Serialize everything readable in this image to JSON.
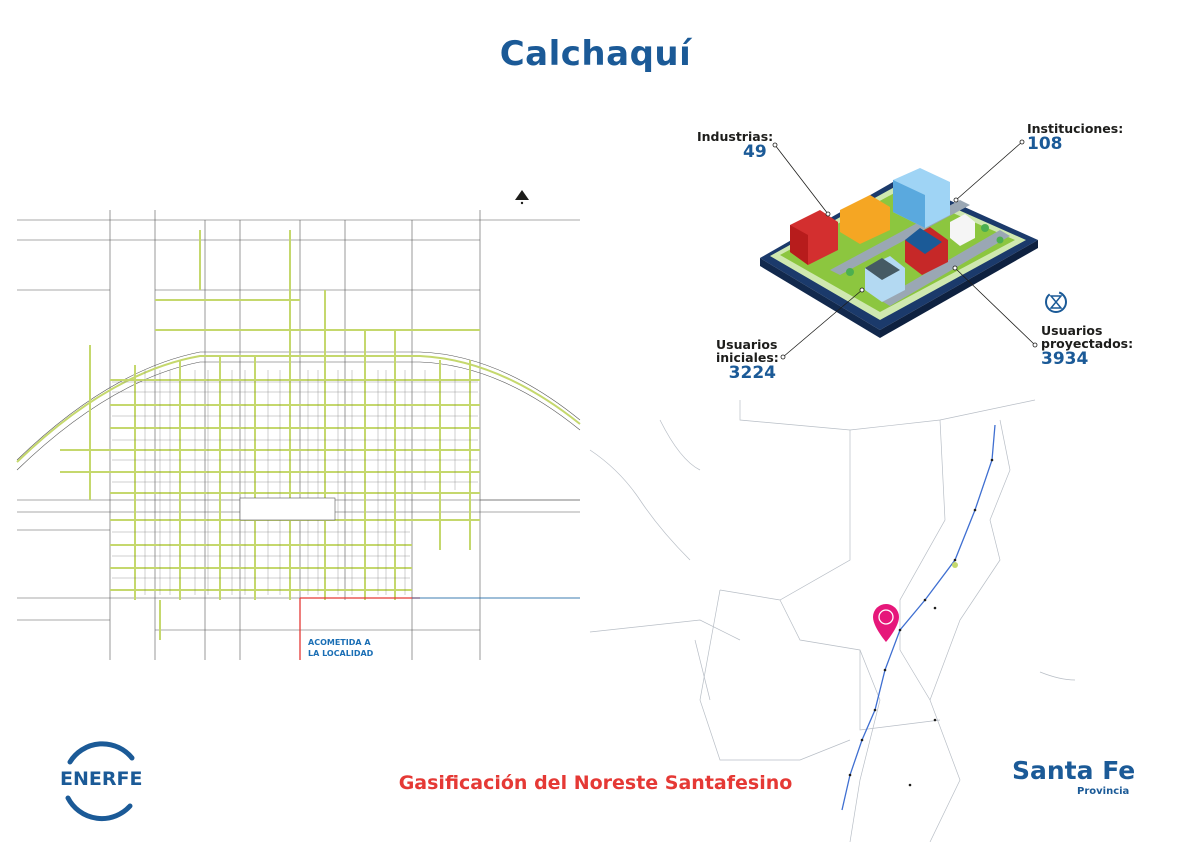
{
  "title": "Calchaquí",
  "stats": {
    "industrias": {
      "label": "Industrias:",
      "value": "49"
    },
    "instituciones": {
      "label": "Instituciones:",
      "value": "108"
    },
    "usuarios_iniciales": {
      "label_line1": "Usuarios",
      "label_line2": "iniciales:",
      "value": "3224"
    },
    "usuarios_proyectados": {
      "label_line1": "Usuarios",
      "label_line2": "proyectados:",
      "value": "3934"
    }
  },
  "map_annotation": {
    "line1": "ACOMETIDA A",
    "line2": "LA LOCALIDAD"
  },
  "footer": {
    "tagline": "Gasificación del Noreste Santafesino"
  },
  "logos": {
    "enerfe": "ENERFE",
    "santa_fe": "Santa Fe",
    "provincia": "Provincia"
  },
  "colors": {
    "brand_blue": "#1b5a97",
    "accent_red": "#e53935",
    "pin_magenta": "#e6177a",
    "network_green": "#c5d86d"
  },
  "icons": [
    "north-arrow-icon",
    "location-pin-icon",
    "hourglass-growth-icon",
    "isometric-city-icon"
  ]
}
